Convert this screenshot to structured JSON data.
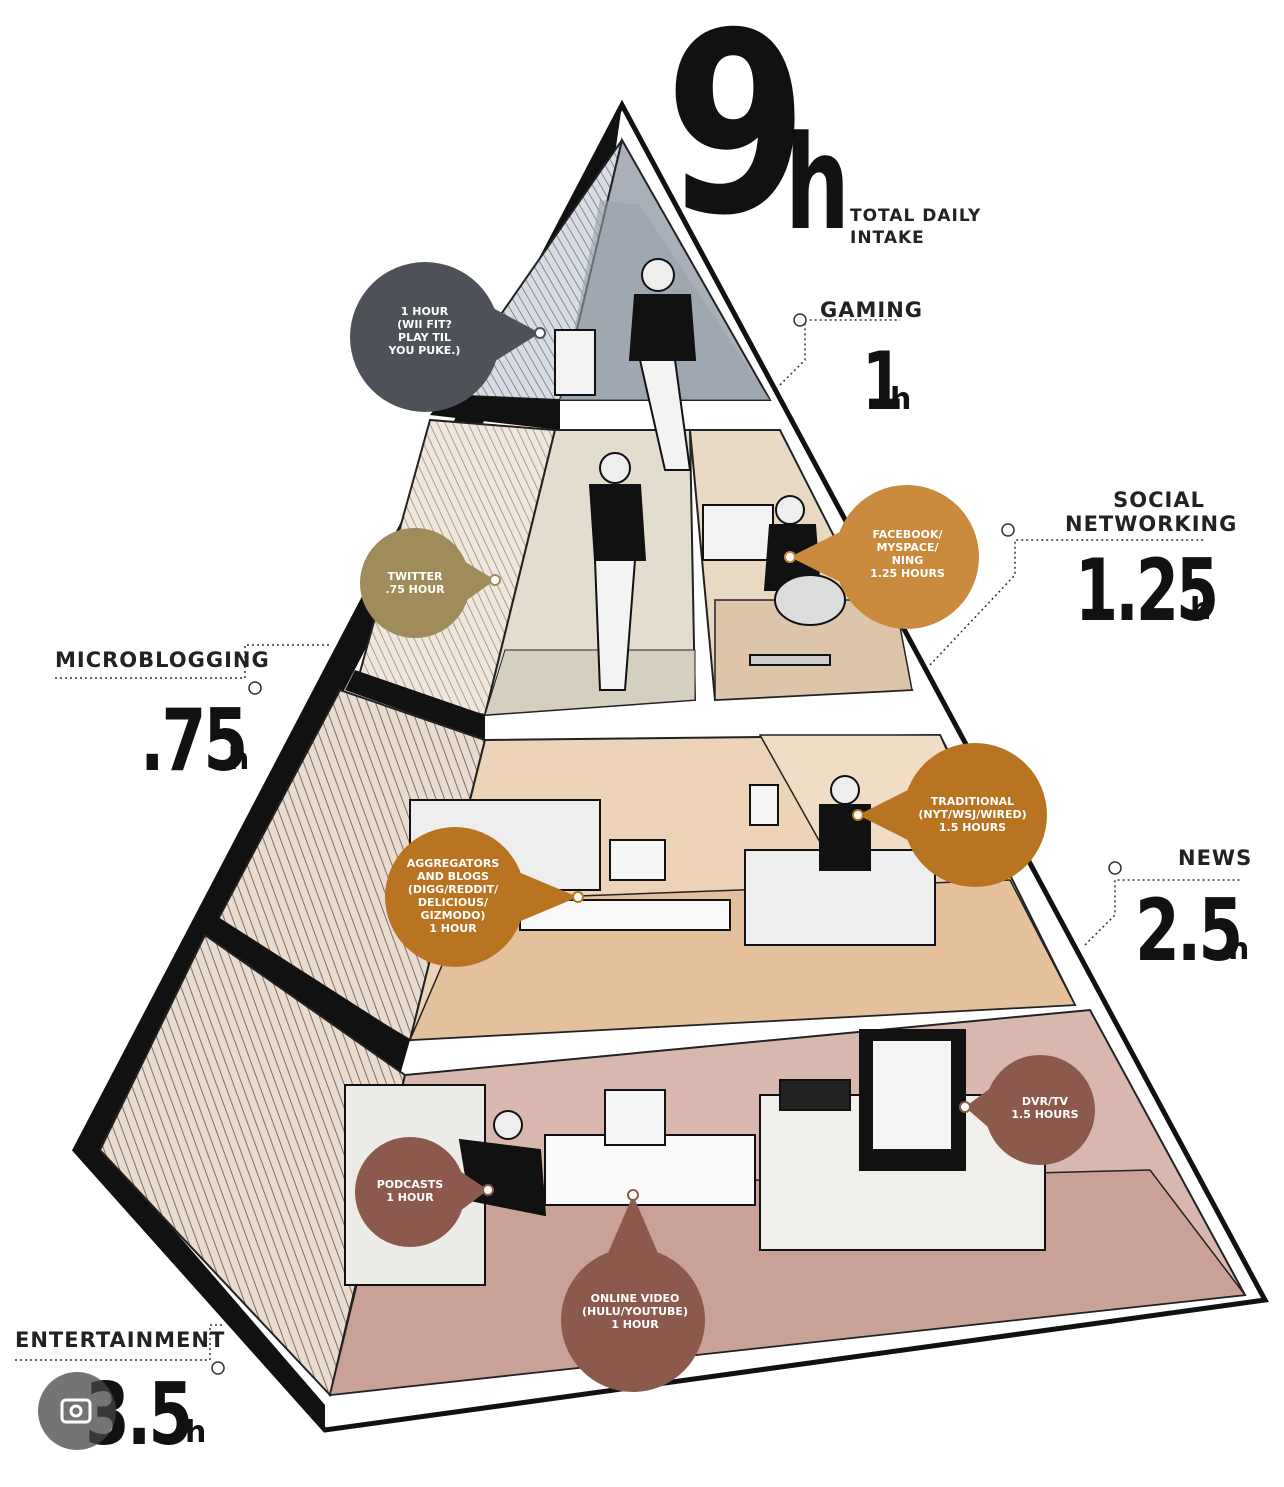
{
  "total": {
    "value": "9",
    "unit": "h",
    "label": "TOTAL DAILY INTAKE"
  },
  "categories": [
    {
      "id": "gaming",
      "label": "GAMING",
      "value": "1",
      "unit": "h",
      "color": "#4e5258",
      "bubbles": [
        {
          "text": "1 HOUR\n(WII FIT?\nPLAY TIL\nYOU PUKE.)"
        }
      ]
    },
    {
      "id": "social",
      "label": "SOCIAL\nNETWORKING",
      "value": "1.25",
      "unit": "h",
      "color": "#c98a3e",
      "bubbles": [
        {
          "text": "FACEBOOK/\nMYSPACE/\nNING\n1.25 HOURS"
        }
      ]
    },
    {
      "id": "micro",
      "label": "MICROBLOGGING",
      "value": ".75",
      "unit": "h",
      "color": "#a08b5b",
      "bubbles": [
        {
          "text": "TWITTER\n.75 HOUR"
        }
      ]
    },
    {
      "id": "news",
      "label": "NEWS",
      "value": "2.5",
      "unit": "h",
      "color": "#b87420",
      "bubbles": [
        {
          "text": "AGGREGATORS\nAND BLOGS\n(DIGG/REDDIT/\nDELICIOUS/\nGIZMODO)\n1 HOUR"
        },
        {
          "text": "TRADITIONAL\n(NYT/WSJ/WIRED)\n1.5 HOURS"
        }
      ]
    },
    {
      "id": "entertainment",
      "label": "ENTERTAINMENT",
      "value": "3.5",
      "unit": "h",
      "color": "#8c5a4c",
      "bubbles": [
        {
          "text": "PODCASTS\n1 HOUR"
        },
        {
          "text": "ONLINE VIDEO\n(HULU/YOUTUBE)\n1 HOUR"
        },
        {
          "text": "DVR/TV\n1.5 HOURS"
        }
      ]
    }
  ]
}
